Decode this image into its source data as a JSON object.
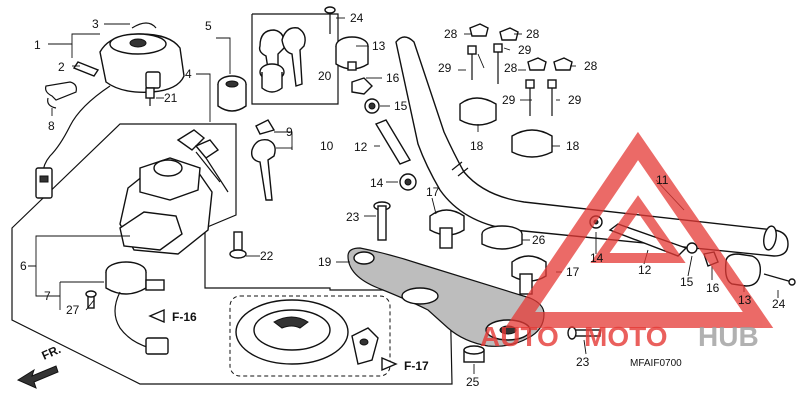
{
  "diagram": {
    "callouts": {
      "c1": "1",
      "c2": "2",
      "c3": "3",
      "c4": "4",
      "c5": "5",
      "c6": "6",
      "c7": "7",
      "c8": "8",
      "c9": "9",
      "c10": "10",
      "c11": "11",
      "c12a": "12",
      "c12b": "12",
      "c13a": "13",
      "c13b": "13",
      "c14a": "14",
      "c14b": "14",
      "c15a": "15",
      "c15b": "15",
      "c16a": "16",
      "c16b": "16",
      "c17a": "17",
      "c17b": "17",
      "c18a": "18",
      "c18b": "18",
      "c19": "19",
      "c20": "20",
      "c21": "21",
      "c22": "22",
      "c23a": "23",
      "c23b": "23",
      "c24a": "24",
      "c24b": "24",
      "c25": "25",
      "c26": "26",
      "c27": "27",
      "c28a": "28",
      "c28b": "28",
      "c28c": "28",
      "c28d": "28",
      "c29a": "29",
      "c29b": "29",
      "c29c": "29",
      "c29d": "29"
    },
    "refs": {
      "ref_f16": "F-16",
      "ref_f17": "F-17"
    },
    "fr_label": "FR.",
    "code": "MFAIF0700",
    "watermark": {
      "text_a": "AUTO",
      "text_b": "MOTO",
      "text_c": "HUB",
      "color_red": "#e53935",
      "color_grey": "#9e9e9e"
    }
  }
}
